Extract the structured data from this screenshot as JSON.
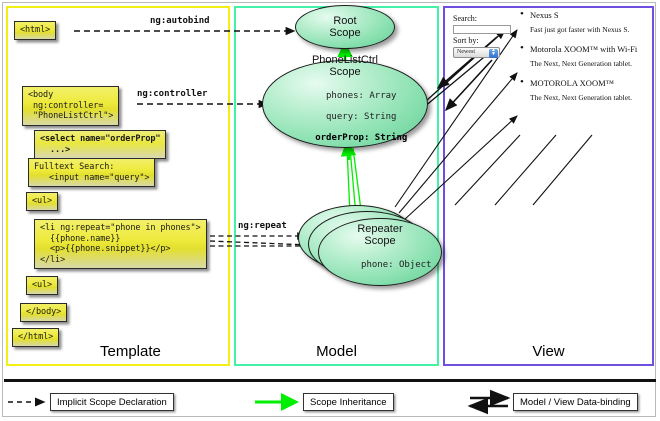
{
  "panels": {
    "template": {
      "label": "Template",
      "border_color": "#f2ef16"
    },
    "model": {
      "label": "Model",
      "border_color": "#45f0a8"
    },
    "view": {
      "label": "View",
      "border_color": "#6f4fe0"
    }
  },
  "template_boxes": {
    "html_open": "<html>",
    "body_open": "<body\n ng:controller=\n \"PhoneListCtrl\">",
    "select": "<select name=\"orderProp\"\n  ...>",
    "search": "Fulltext Search:\n   <input name=\"query\">",
    "ul_open": "<ul>",
    "li_repeat": "<li ng:repeat=\"phone in phones\">\n  {{phone.name}}\n  <p>{{phone.snippet}}</p>\n</li>",
    "ul_close": "<ul>",
    "body_close": "</body>",
    "html_close": "</html>"
  },
  "connectors": {
    "autobind": "ng:autobind",
    "controller": "ng:controller",
    "repeat": "ng:repeat"
  },
  "scopes": {
    "root": {
      "title": "Root\nScope",
      "title_line1": "Root",
      "title_line2": "Scope",
      "props": ""
    },
    "phonelist": {
      "title_line1": "PhoneListCtrl",
      "title_line2": "Scope",
      "prop1": "phones: Array",
      "prop2": "query: String",
      "prop3": "orderProp: String"
    },
    "repeater": {
      "title_line1": "Repeater",
      "title_line2": "Scope",
      "prop1": "phone: Object"
    }
  },
  "view": {
    "search_label": "Search:",
    "search_value": "",
    "sort_label": "Sort by:",
    "sort_selected": "Newest",
    "phones": [
      {
        "name": "Nexus S",
        "snippet": "Fast just got faster with Nexus S."
      },
      {
        "name": "Motorola XOOM™ with Wi-Fi",
        "snippet": "The Next, Next Generation tablet."
      },
      {
        "name": "MOTOROLA XOOM™",
        "snippet": "The Next, Next Generation tablet."
      }
    ]
  },
  "legend": {
    "implicit": "Implicit Scope Declaration",
    "inheritance": "Scope Inheritance",
    "databinding": "Model / View Data-binding",
    "inheritance_color": "#00ee00"
  }
}
